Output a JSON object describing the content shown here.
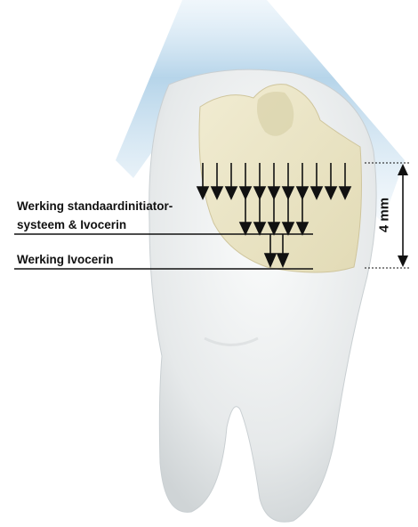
{
  "labels": {
    "line1": "Werking standaardinitiator-",
    "line2": "systeem  & Ivocerin",
    "line3": "Werking Ivocerin"
  },
  "depth_label": "4 mm",
  "colors": {
    "light_beam": "#a9cde6",
    "tooth_enamel": "#eef0f1",
    "filling": "#e9e3c2",
    "arrows": "#111111"
  }
}
